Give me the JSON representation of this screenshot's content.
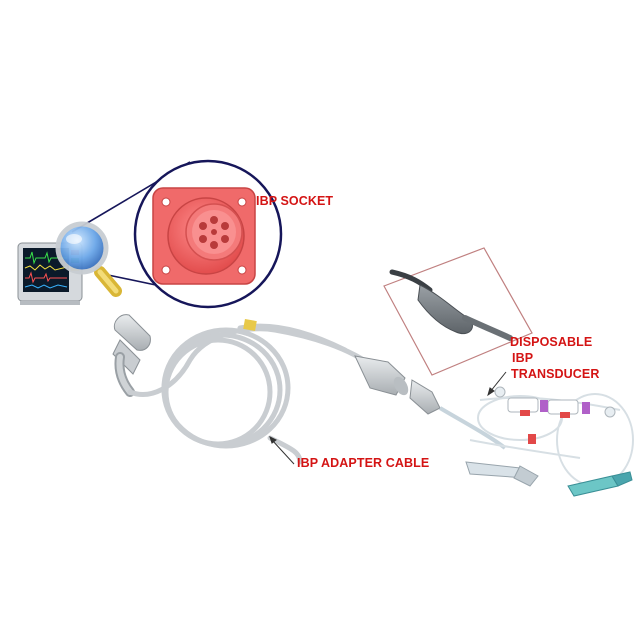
{
  "labels": {
    "ibp_socket": "IBP SOCKET",
    "disposable": "DISPOSABLE",
    "ibp": "IBP",
    "transducer": "TRANSDUCER",
    "ibp_adapter_cable": "IBP ADAPTER CABLE"
  },
  "colors": {
    "label_red": "#d41414",
    "socket_red": "#f06060",
    "callout_navy": "#16165a",
    "inset_frame": "#c08080",
    "cable_grey": "#d6d9db",
    "magnifier_blue": "#3a6fc0",
    "handle_yellow": "#e8c94a"
  },
  "icons": [
    "patient-monitor-icon",
    "magnifier-icon"
  ]
}
